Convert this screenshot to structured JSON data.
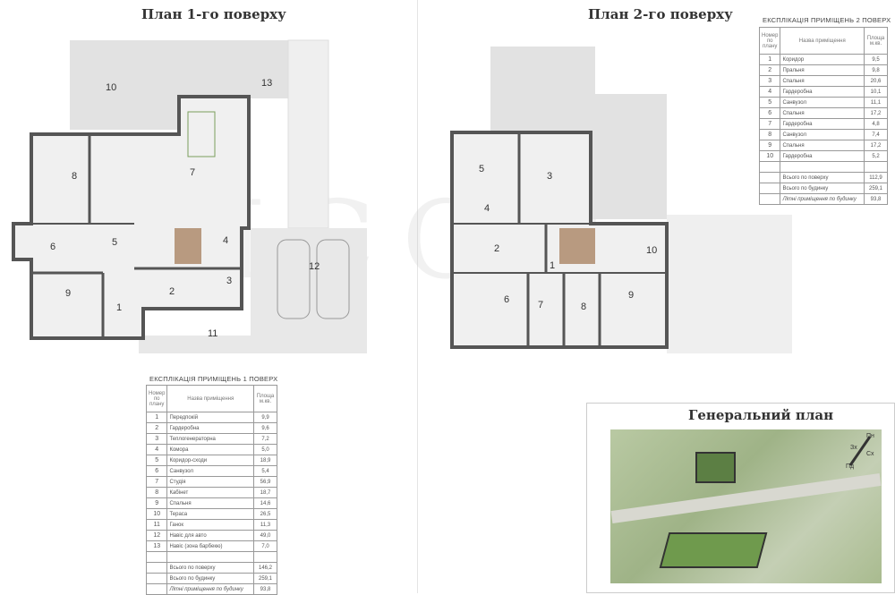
{
  "plan1": {
    "title": "План 1-го поверху",
    "rooms": [
      "10",
      "13",
      "8",
      "7",
      "5",
      "6",
      "4",
      "12",
      "3",
      "2",
      "9",
      "1",
      "11"
    ]
  },
  "plan2": {
    "title": "План 2-го поверху",
    "rooms": [
      "5",
      "3",
      "4",
      "2",
      "1",
      "10",
      "6",
      "7",
      "8",
      "9"
    ]
  },
  "table1": {
    "caption": "ЕКСПЛІКАЦІЯ ПРИМІЩЕНЬ 1 ПОВЕРХ",
    "headers": [
      "Номер по плану",
      "Назва приміщення",
      "Площа м.кв."
    ],
    "rows": [
      [
        "1",
        "Передпокій",
        "9,9"
      ],
      [
        "2",
        "Гардеробна",
        "9,6"
      ],
      [
        "3",
        "Теплогенераторна",
        "7,2"
      ],
      [
        "4",
        "Комора",
        "5,0"
      ],
      [
        "5",
        "Коридор-сходи",
        "18,9"
      ],
      [
        "6",
        "Санвузол",
        "5,4"
      ],
      [
        "7",
        "Студія",
        "56,9"
      ],
      [
        "8",
        "Кабінет",
        "18,7"
      ],
      [
        "9",
        "Спальня",
        "14,6"
      ],
      [
        "10",
        "Тераса",
        "26,5"
      ],
      [
        "11",
        "Ганок",
        "11,3"
      ],
      [
        "12",
        "Навіс для авто",
        "49,0"
      ],
      [
        "13",
        "Навіс (зона барбекю)",
        "7,0"
      ]
    ],
    "totals": [
      [
        "Всього по поверху",
        "146,2"
      ],
      [
        "Всього по будинку",
        "259,1"
      ],
      [
        "Літні приміщення по будинку",
        "93,8"
      ]
    ]
  },
  "table2": {
    "caption": "ЕКСПЛІКАЦІЯ ПРИМІЩЕНЬ 2 ПОВЕРХ",
    "headers": [
      "Номер по плану",
      "Назва приміщення",
      "Площа м.кв."
    ],
    "rows": [
      [
        "1",
        "Коридор",
        "9,5"
      ],
      [
        "2",
        "Пральня",
        "9,8"
      ],
      [
        "3",
        "Спальня",
        "20,6"
      ],
      [
        "4",
        "Гардеробна",
        "10,1"
      ],
      [
        "5",
        "Санвузол",
        "11,1"
      ],
      [
        "6",
        "Спальня",
        "17,2"
      ],
      [
        "7",
        "Гардеробна",
        "4,8"
      ],
      [
        "8",
        "Санвузол",
        "7,4"
      ],
      [
        "9",
        "Спальня",
        "17,2"
      ],
      [
        "10",
        "Гардеробна",
        "5,2"
      ]
    ],
    "totals": [
      [
        "Всього по поверху",
        "112,9"
      ],
      [
        "Всього по будинку",
        "259,1"
      ],
      [
        "Літні приміщення по будинку",
        "93,8"
      ]
    ]
  },
  "site_plan": {
    "title": "Генеральний план",
    "compass": {
      "n": "Пн",
      "w": "Зх",
      "e": "Сх",
      "s": "Пд"
    }
  },
  "watermark": "ICON"
}
